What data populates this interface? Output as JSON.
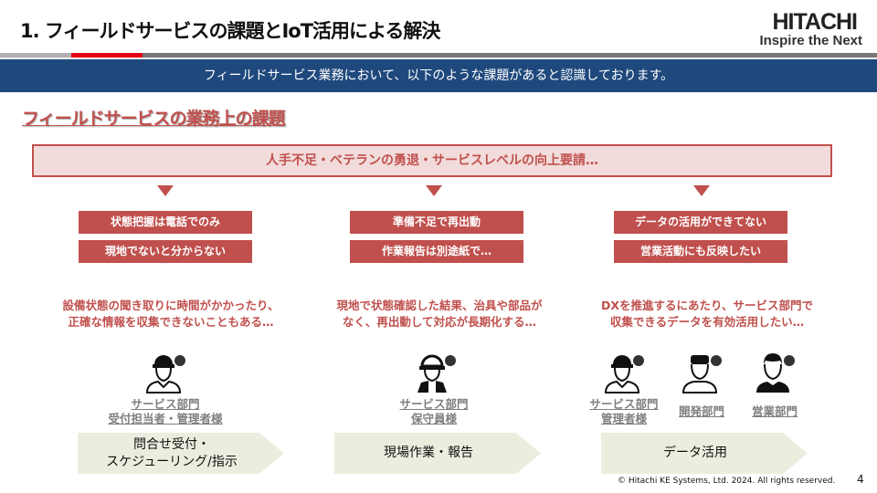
{
  "title": "1. フィールドサービスの課題とIoT活用による解決",
  "logo": {
    "brand": "HITACHI",
    "tagline": "Inspire the Next"
  },
  "banner": "フィールドサービス業務において、以下のような課題があると認識しております。",
  "subtitle": "フィールドサービスの業務上の課題",
  "issue": "人手不足・ベテランの勇退・サービスレベルの向上要請…",
  "columns": [
    {
      "problems": [
        "状態把握は電話でのみ",
        "現地でないと分からない"
      ],
      "detail": [
        "設備状態の聞き取りに時間がかかったり、",
        "正確な情報を収集できないこともある…"
      ],
      "personas": [
        {
          "icon": "helmet-worker-icon",
          "label": [
            "サービス部門",
            "受付担当者・管理者様"
          ]
        }
      ],
      "process": [
        "問合せ受付・",
        "スケジューリング/指示"
      ]
    },
    {
      "problems": [
        "準備不足で再出動",
        "作業報告は別途紙で…"
      ],
      "detail": [
        "現地で状態確認した結果、治具や部品が",
        "なく、再出動して対応が長期化する…"
      ],
      "personas": [
        {
          "icon": "hardhat-worker-icon",
          "label": [
            "サービス部門",
            "保守員様"
          ]
        }
      ],
      "process": [
        "現場作業・報告"
      ]
    },
    {
      "problems": [
        "データの活用ができてない",
        "営業活動にも反映したい"
      ],
      "detail": [
        "DXを推進するにあたり、サービス部門で",
        "収集できるデータを有効活用したい…"
      ],
      "personas": [
        {
          "icon": "helmet-worker-icon",
          "label": [
            "サービス部門",
            "管理者様"
          ]
        },
        {
          "icon": "engineer-icon",
          "label": [
            "開発部門"
          ]
        },
        {
          "icon": "salesperson-icon",
          "label": [
            "営業部門"
          ]
        }
      ],
      "process": [
        "データ活用"
      ]
    }
  ],
  "footer": {
    "copyright": "© Hitachi KE Systems, Ltd. 2024. All rights reserved.",
    "page": "4"
  },
  "colors": {
    "accent": "#c0504d",
    "banner": "#1f497d",
    "arrow": "#ebeede"
  }
}
